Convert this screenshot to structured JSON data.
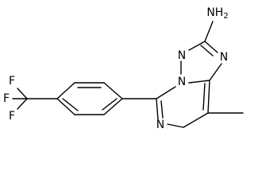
{
  "structure": {
    "atoms": {
      "amino": "NH",
      "amino_h_count": "2",
      "n_triazole_right": "N",
      "n_triazole_left": "N",
      "n_bridge": "N",
      "n_pyrimidine": "N",
      "fluorine_top": "F",
      "fluorine_left": "F",
      "fluorine_bottom": "F"
    }
  }
}
